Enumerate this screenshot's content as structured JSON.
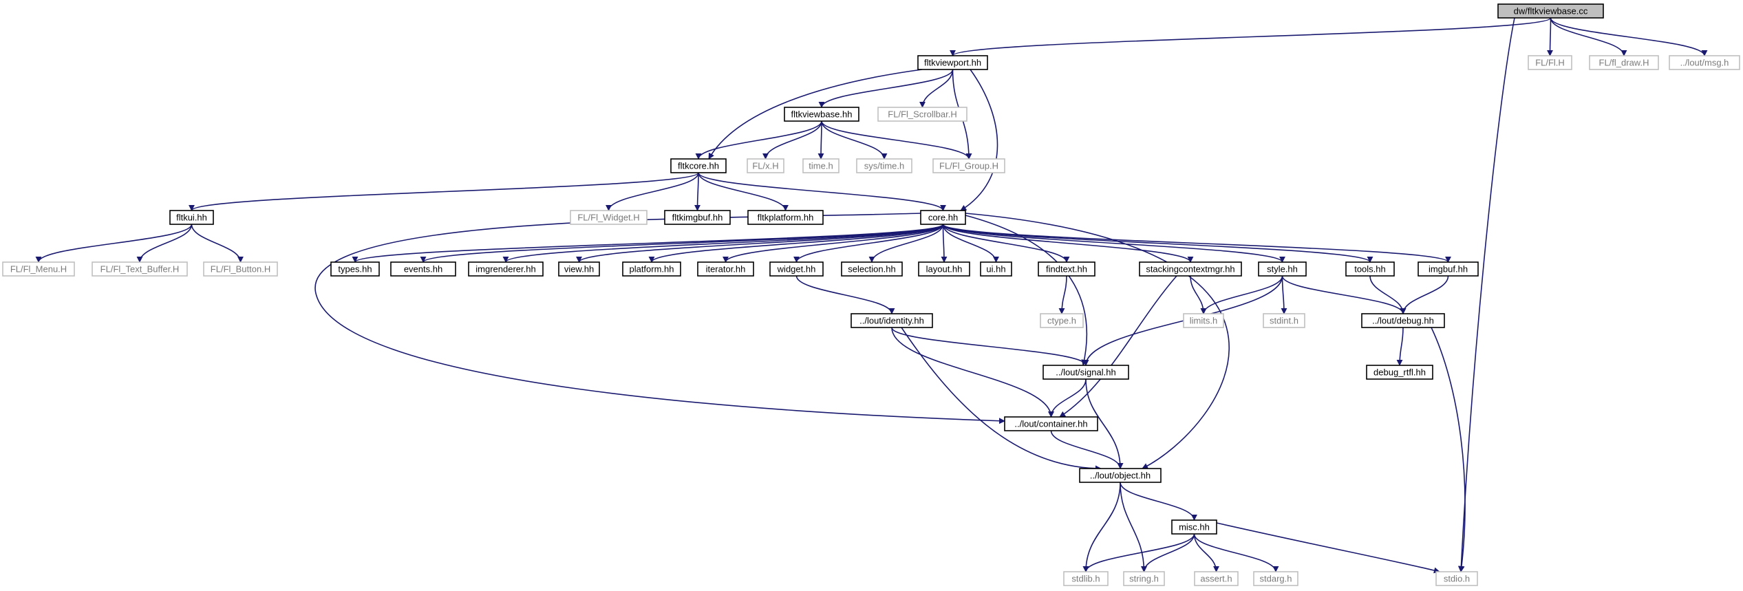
{
  "colors": {
    "edge": "#191970",
    "node_border": "#000000",
    "external_border": "#bfbfbf",
    "root_fill": "#bfbfbf",
    "external_text": "#7a7a7a"
  },
  "nodes": [
    {
      "id": "root",
      "label": "dw/fltkviewbase.cc",
      "style": "root"
    },
    {
      "id": "fltkviewport",
      "label": "fltkviewport.hh",
      "style": "solid"
    },
    {
      "id": "fl_fl",
      "label": "FL/Fl.H",
      "style": "ext"
    },
    {
      "id": "fl_draw",
      "label": "FL/fl_draw.H",
      "style": "ext"
    },
    {
      "id": "lout_msg",
      "label": "../lout/msg.h",
      "style": "ext"
    },
    {
      "id": "fltkviewbase",
      "label": "fltkviewbase.hh",
      "style": "solid"
    },
    {
      "id": "fl_scrollbar",
      "label": "FL/Fl_Scrollbar.H",
      "style": "ext"
    },
    {
      "id": "fltkcore",
      "label": "fltkcore.hh",
      "style": "solid"
    },
    {
      "id": "fl_x",
      "label": "FL/x.H",
      "style": "ext"
    },
    {
      "id": "time_h",
      "label": "time.h",
      "style": "ext"
    },
    {
      "id": "sys_time",
      "label": "sys/time.h",
      "style": "ext"
    },
    {
      "id": "fl_group",
      "label": "FL/Fl_Group.H",
      "style": "ext"
    },
    {
      "id": "fltkui",
      "label": "fltkui.hh",
      "style": "solid"
    },
    {
      "id": "fl_widget",
      "label": "FL/Fl_Widget.H",
      "style": "ext"
    },
    {
      "id": "fltkimgbuf",
      "label": "fltkimgbuf.hh",
      "style": "solid"
    },
    {
      "id": "fltkplatform",
      "label": "fltkplatform.hh",
      "style": "solid"
    },
    {
      "id": "core",
      "label": "core.hh",
      "style": "solid"
    },
    {
      "id": "fl_menu",
      "label": "FL/Fl_Menu.H",
      "style": "ext"
    },
    {
      "id": "fl_textbuf",
      "label": "FL/Fl_Text_Buffer.H",
      "style": "ext"
    },
    {
      "id": "fl_button",
      "label": "FL/Fl_Button.H",
      "style": "ext"
    },
    {
      "id": "types",
      "label": "types.hh",
      "style": "solid"
    },
    {
      "id": "events",
      "label": "events.hh",
      "style": "solid"
    },
    {
      "id": "imgrenderer",
      "label": "imgrenderer.hh",
      "style": "solid"
    },
    {
      "id": "view",
      "label": "view.hh",
      "style": "solid"
    },
    {
      "id": "platform",
      "label": "platform.hh",
      "style": "solid"
    },
    {
      "id": "iterator",
      "label": "iterator.hh",
      "style": "solid"
    },
    {
      "id": "widget",
      "label": "widget.hh",
      "style": "solid"
    },
    {
      "id": "selection",
      "label": "selection.hh",
      "style": "solid"
    },
    {
      "id": "layout",
      "label": "layout.hh",
      "style": "solid"
    },
    {
      "id": "ui",
      "label": "ui.hh",
      "style": "solid"
    },
    {
      "id": "findtext",
      "label": "findtext.hh",
      "style": "solid"
    },
    {
      "id": "stackingctx",
      "label": "stackingcontextmgr.hh",
      "style": "solid"
    },
    {
      "id": "style",
      "label": "style.hh",
      "style": "solid"
    },
    {
      "id": "tools",
      "label": "tools.hh",
      "style": "solid"
    },
    {
      "id": "imgbuf",
      "label": "imgbuf.hh",
      "style": "solid"
    },
    {
      "id": "identity",
      "label": "../lout/identity.hh",
      "style": "solid"
    },
    {
      "id": "ctype",
      "label": "ctype.h",
      "style": "ext"
    },
    {
      "id": "limits",
      "label": "limits.h",
      "style": "ext"
    },
    {
      "id": "stdint",
      "label": "stdint.h",
      "style": "ext"
    },
    {
      "id": "debug",
      "label": "../lout/debug.hh",
      "style": "solid"
    },
    {
      "id": "signal",
      "label": "../lout/signal.hh",
      "style": "solid"
    },
    {
      "id": "debug_rtfl",
      "label": "debug_rtfl.hh",
      "style": "solid"
    },
    {
      "id": "container",
      "label": "../lout/container.hh",
      "style": "solid"
    },
    {
      "id": "object",
      "label": "../lout/object.hh",
      "style": "solid"
    },
    {
      "id": "misc",
      "label": "misc.hh",
      "style": "solid"
    },
    {
      "id": "stdlib",
      "label": "stdlib.h",
      "style": "ext"
    },
    {
      "id": "string_h",
      "label": "string.h",
      "style": "ext"
    },
    {
      "id": "assert_h",
      "label": "assert.h",
      "style": "ext"
    },
    {
      "id": "stdarg",
      "label": "stdarg.h",
      "style": "ext"
    },
    {
      "id": "stdio",
      "label": "stdio.h",
      "style": "ext"
    }
  ],
  "edges": [
    [
      "root",
      "fltkviewport"
    ],
    [
      "root",
      "fl_fl"
    ],
    [
      "root",
      "fl_draw"
    ],
    [
      "root",
      "lout_msg"
    ],
    [
      "root",
      "stdio"
    ],
    [
      "fltkviewport",
      "fltkviewbase"
    ],
    [
      "fltkviewport",
      "fl_scrollbar"
    ],
    [
      "fltkviewport",
      "fltkcore"
    ],
    [
      "fltkviewport",
      "fl_group"
    ],
    [
      "fltkviewport",
      "core"
    ],
    [
      "fltkviewbase",
      "fltkcore"
    ],
    [
      "fltkviewbase",
      "fl_x"
    ],
    [
      "fltkviewbase",
      "time_h"
    ],
    [
      "fltkviewbase",
      "sys_time"
    ],
    [
      "fltkviewbase",
      "fl_group"
    ],
    [
      "fltkcore",
      "fltkui"
    ],
    [
      "fltkcore",
      "fl_widget"
    ],
    [
      "fltkcore",
      "fltkimgbuf"
    ],
    [
      "fltkcore",
      "fltkplatform"
    ],
    [
      "fltkcore",
      "core"
    ],
    [
      "fltkui",
      "fl_menu"
    ],
    [
      "fltkui",
      "fl_textbuf"
    ],
    [
      "fltkui",
      "fl_button"
    ],
    [
      "core",
      "types"
    ],
    [
      "core",
      "events"
    ],
    [
      "core",
      "imgrenderer"
    ],
    [
      "core",
      "view"
    ],
    [
      "core",
      "platform"
    ],
    [
      "core",
      "iterator"
    ],
    [
      "core",
      "widget"
    ],
    [
      "core",
      "selection"
    ],
    [
      "core",
      "layout"
    ],
    [
      "core",
      "ui"
    ],
    [
      "core",
      "findtext"
    ],
    [
      "core",
      "stackingctx"
    ],
    [
      "core",
      "style"
    ],
    [
      "core",
      "tools"
    ],
    [
      "core",
      "imgbuf"
    ],
    [
      "core",
      "signal"
    ],
    [
      "core",
      "container"
    ],
    [
      "core",
      "object"
    ],
    [
      "widget",
      "identity"
    ],
    [
      "findtext",
      "ctype"
    ],
    [
      "stackingctx",
      "limits"
    ],
    [
      "stackingctx",
      "container"
    ],
    [
      "style",
      "limits"
    ],
    [
      "style",
      "stdint"
    ],
    [
      "style",
      "debug"
    ],
    [
      "style",
      "signal"
    ],
    [
      "tools",
      "debug"
    ],
    [
      "imgbuf",
      "debug"
    ],
    [
      "identity",
      "signal"
    ],
    [
      "identity",
      "container"
    ],
    [
      "identity",
      "object"
    ],
    [
      "debug",
      "debug_rtfl"
    ],
    [
      "debug",
      "stdio"
    ],
    [
      "signal",
      "container"
    ],
    [
      "signal",
      "object"
    ],
    [
      "container",
      "object"
    ],
    [
      "object",
      "misc"
    ],
    [
      "object",
      "stdlib"
    ],
    [
      "object",
      "string_h"
    ],
    [
      "misc",
      "stdlib"
    ],
    [
      "misc",
      "string_h"
    ],
    [
      "misc",
      "assert_h"
    ],
    [
      "misc",
      "stdarg"
    ],
    [
      "misc",
      "stdio"
    ]
  ]
}
